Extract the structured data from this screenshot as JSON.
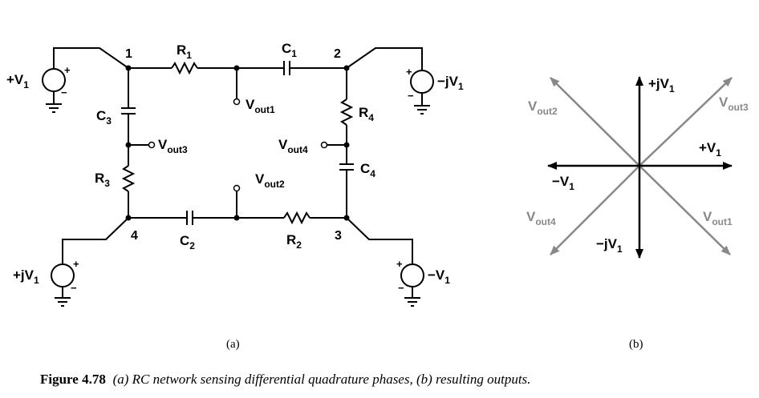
{
  "circuit": {
    "nodes": [
      "1",
      "2",
      "3",
      "4"
    ],
    "components": {
      "r1": {
        "name": "R",
        "sub": "1"
      },
      "r2": {
        "name": "R",
        "sub": "2"
      },
      "r3": {
        "name": "R",
        "sub": "3"
      },
      "r4": {
        "name": "R",
        "sub": "4"
      },
      "c1": {
        "name": "C",
        "sub": "1"
      },
      "c2": {
        "name": "C",
        "sub": "2"
      },
      "c3": {
        "name": "C",
        "sub": "3"
      },
      "c4": {
        "name": "C",
        "sub": "4"
      }
    },
    "sources": {
      "s1": {
        "main": "+V",
        "sub": "1"
      },
      "s2": {
        "main": "−jV",
        "sub": "1"
      },
      "s3": {
        "main": "−V",
        "sub": "1"
      },
      "s4": {
        "main": "+jV",
        "sub": "1"
      }
    },
    "outputs": {
      "vout1": {
        "main": "V",
        "sub": "out1"
      },
      "vout2": {
        "main": "V",
        "sub": "out2"
      },
      "vout3": {
        "main": "V",
        "sub": "out3"
      },
      "vout4": {
        "main": "V",
        "sub": "out4"
      }
    },
    "polarity_plus": "+",
    "polarity_minus": "−",
    "panel_label": "(a)"
  },
  "phasor": {
    "axis_labels": {
      "pos_x": {
        "main": "+V",
        "sub": "1"
      },
      "neg_x": {
        "main": "−V",
        "sub": "1"
      },
      "pos_y": {
        "main": "+jV",
        "sub": "1"
      },
      "neg_y": {
        "main": "−jV",
        "sub": "1"
      }
    },
    "diag_labels": {
      "vout1": {
        "main": "V",
        "sub": "out1"
      },
      "vout2": {
        "main": "V",
        "sub": "out2"
      },
      "vout3": {
        "main": "V",
        "sub": "out3"
      },
      "vout4": {
        "main": "V",
        "sub": "out4"
      }
    },
    "panel_label": "(b)",
    "axis_color": "#000000",
    "output_color": "#888888"
  },
  "caption": {
    "label": "Figure 4.78",
    "text": "(a) RC network sensing differential quadrature phases, (b) resulting outputs."
  }
}
